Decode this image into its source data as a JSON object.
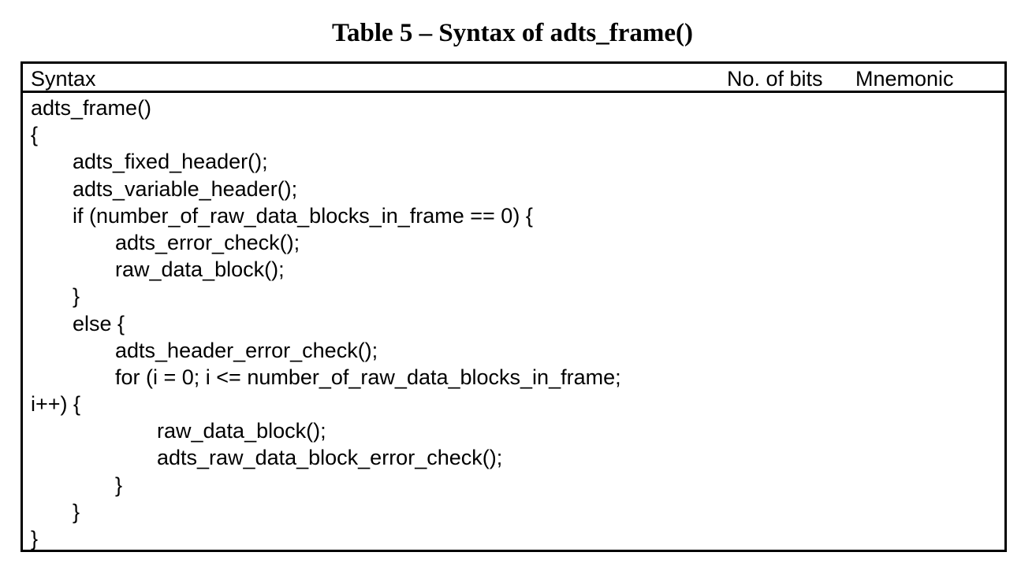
{
  "title": "Table 5 – Syntax of adts_frame()",
  "table": {
    "headers": {
      "syntax": "Syntax",
      "bits": "No. of bits",
      "mnemonic": "Mnemonic"
    },
    "lines": [
      "adts_frame()",
      "{",
      "adts_fixed_header();",
      "adts_variable_header();",
      "if (number_of_raw_data_blocks_in_frame == 0) {",
      "adts_error_check();",
      "raw_data_block();",
      "}",
      "else {",
      "adts_header_error_check();",
      "for (i = 0; i <= number_of_raw_data_blocks_in_frame;",
      "i++) {",
      "raw_data_block();",
      "adts_raw_data_block_error_check();",
      "}",
      "}",
      "}"
    ]
  }
}
